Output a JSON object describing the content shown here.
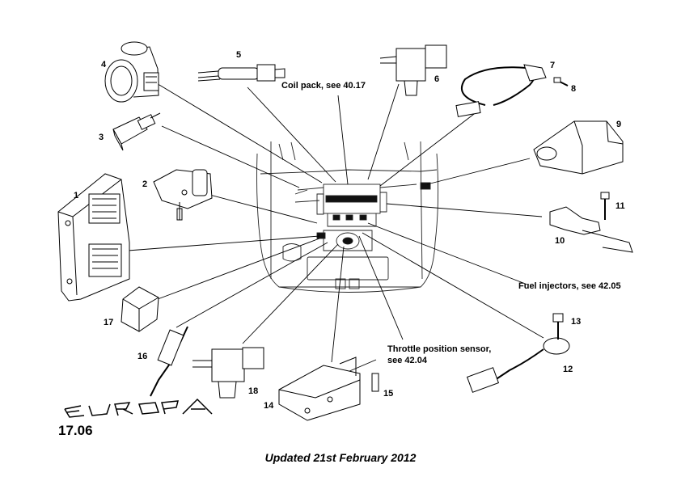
{
  "brand_logo": "EUROPA",
  "page_number": "17.06",
  "footer": "Updated 21st February 2012",
  "callouts": {
    "coil_pack": "Coil pack, see 40.17",
    "fuel_injectors": "Fuel injectors, see 42.05",
    "throttle_line1": "Throttle position sensor,",
    "throttle_line2": "see 42.04"
  },
  "part_numbers": [
    "1",
    "2",
    "3",
    "4",
    "5",
    "6",
    "7",
    "8",
    "9",
    "10",
    "11",
    "12",
    "13",
    "14",
    "15",
    "16",
    "17",
    "18"
  ]
}
